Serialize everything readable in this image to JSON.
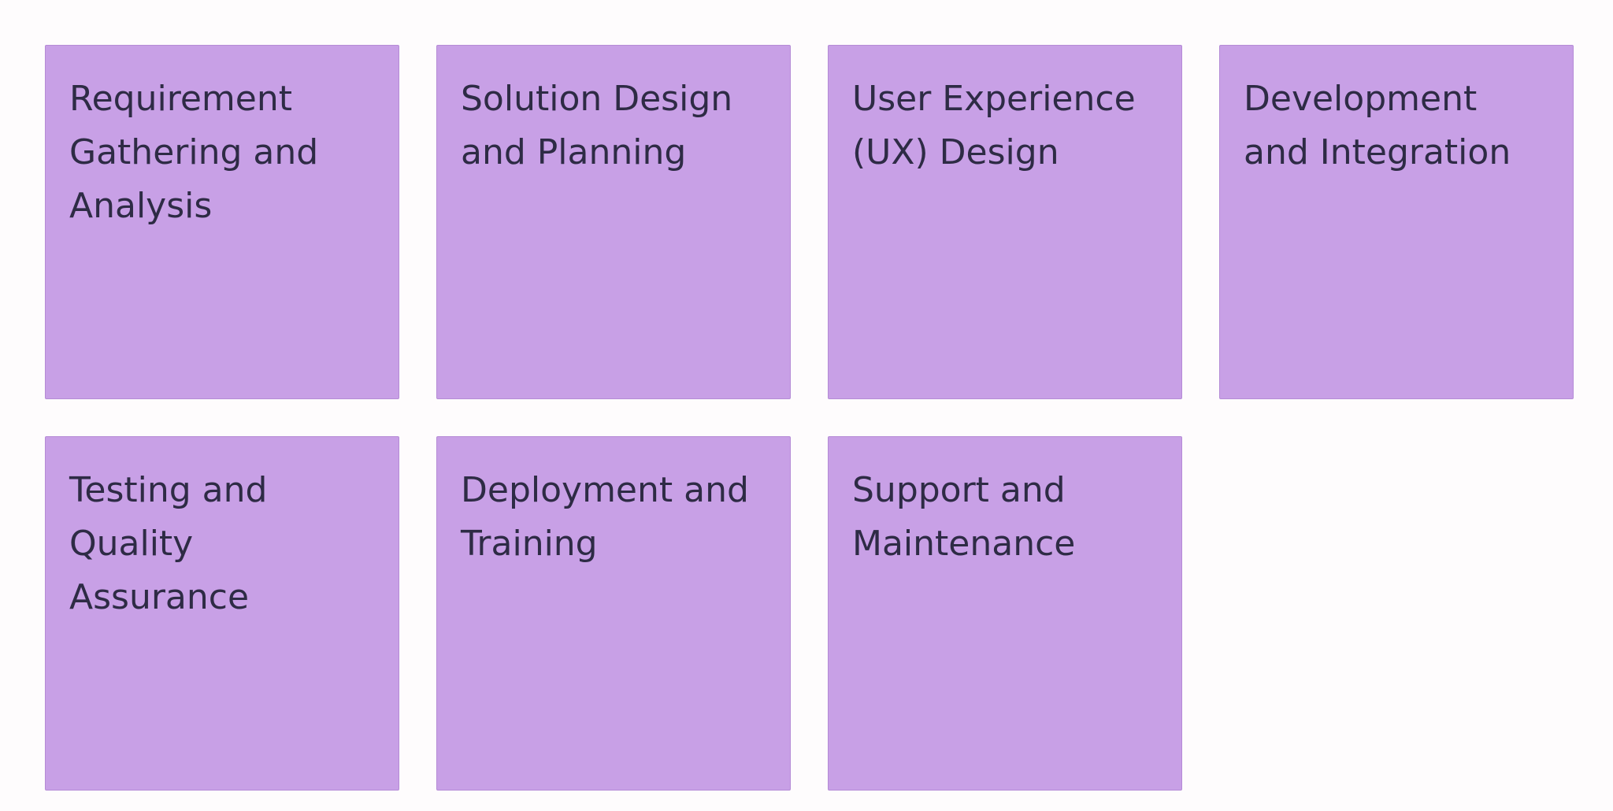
{
  "colors": {
    "background": "#fefcfd",
    "card_fill": "#c8a0e6",
    "card_border": "#b58bd6",
    "text": "#2e2b45"
  },
  "cards": [
    {
      "label": "Requirement Gathering and Analysis"
    },
    {
      "label": "Solution Design and Planning"
    },
    {
      "label": "User Experience (UX) Design"
    },
    {
      "label": "Development and Integration"
    },
    {
      "label": "Testing and Quality Assurance"
    },
    {
      "label": "Deployment and Training"
    },
    {
      "label": "Support and Maintenance"
    }
  ]
}
